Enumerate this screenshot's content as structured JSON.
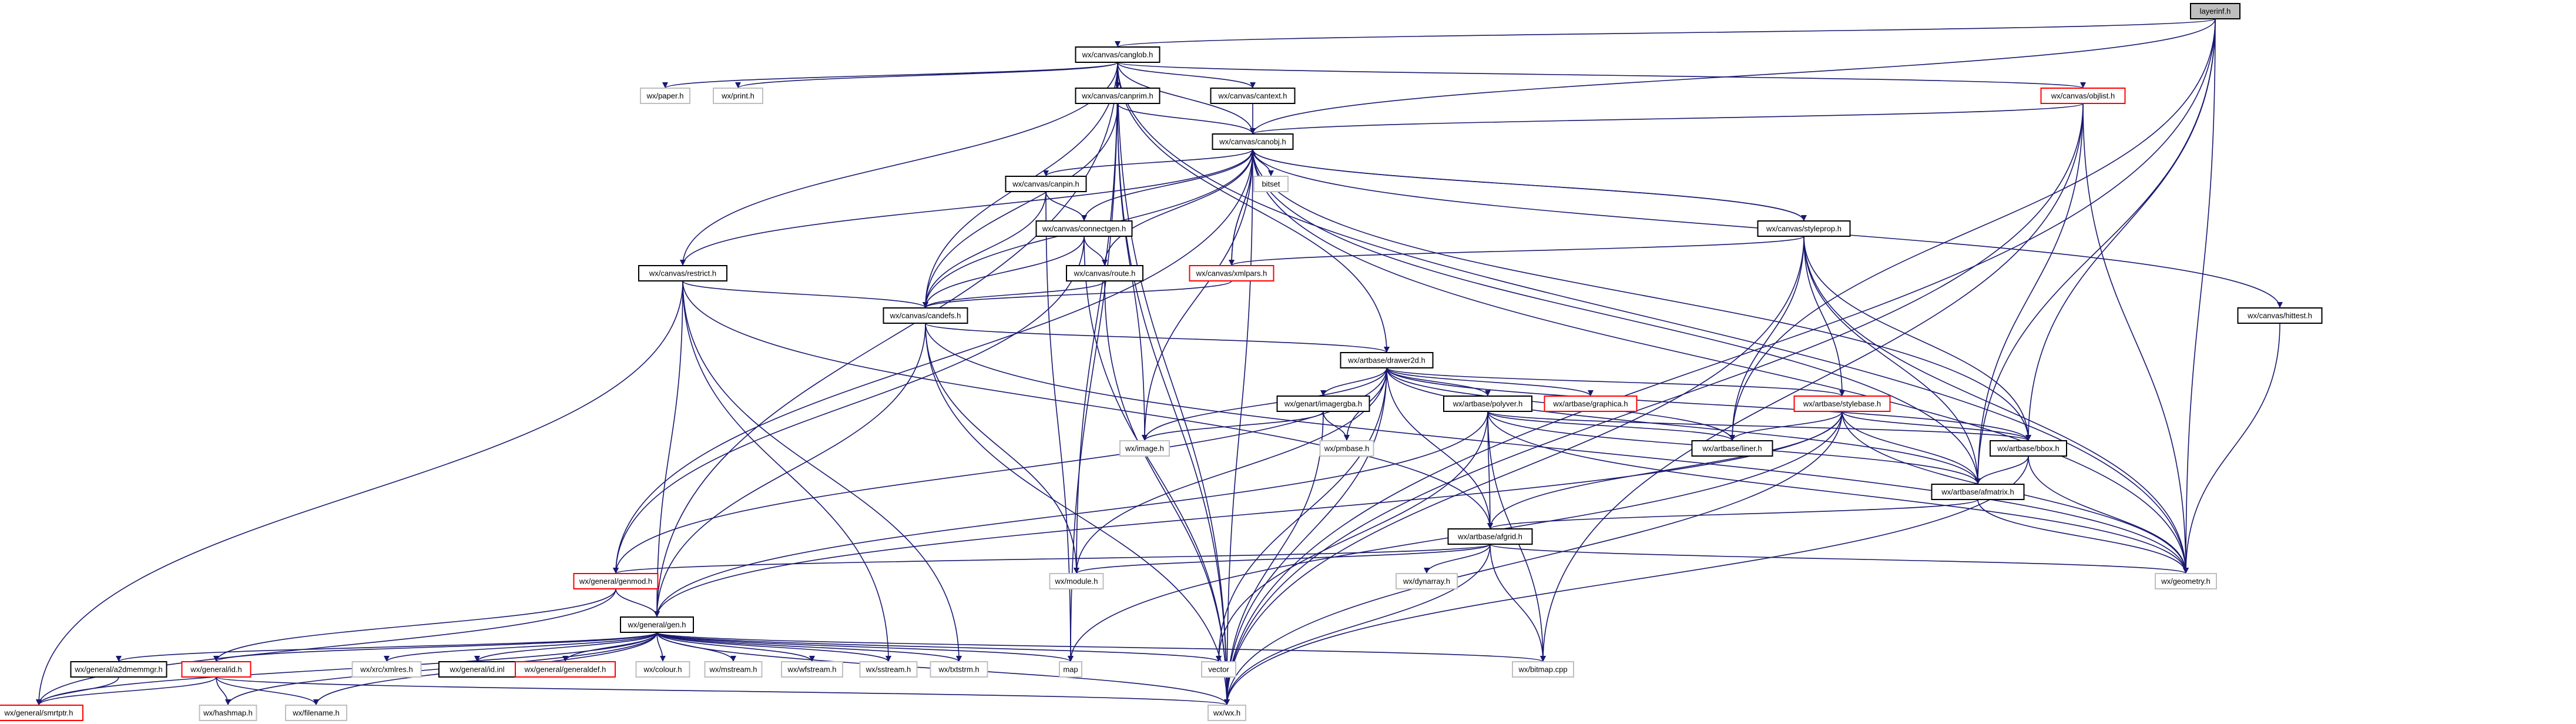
{
  "colors": {
    "edge": "#191970",
    "node_border": "#000000",
    "node_border_warning": "#ff0000",
    "node_border_plain": "#bfbfbf",
    "root_fill": "#bfbfbf",
    "node_fill": "#ffffff"
  },
  "nodes": [
    {
      "id": "layerinf",
      "label": "layerinf.h",
      "style": "root"
    },
    {
      "id": "canglob",
      "label": "wx/canvas/canglob.h",
      "style": "normal"
    },
    {
      "id": "wxpaper",
      "label": "wx/paper.h",
      "style": "plain"
    },
    {
      "id": "wxprint",
      "label": "wx/print.h",
      "style": "plain"
    },
    {
      "id": "canprim",
      "label": "wx/canvas/canprim.h",
      "style": "normal"
    },
    {
      "id": "cantext",
      "label": "wx/canvas/cantext.h",
      "style": "normal"
    },
    {
      "id": "objlist",
      "label": "wx/canvas/objlist.h",
      "style": "warning"
    },
    {
      "id": "canobj",
      "label": "wx/canvas/canobj.h",
      "style": "normal"
    },
    {
      "id": "bitset",
      "label": "bitset",
      "style": "plain"
    },
    {
      "id": "canpin",
      "label": "wx/canvas/canpin.h",
      "style": "normal"
    },
    {
      "id": "stylepropr",
      "label": "wx/canvas/styleprop.h",
      "style": "normal"
    },
    {
      "id": "connectgen",
      "label": "wx/canvas/connectgen.h",
      "style": "normal"
    },
    {
      "id": "route",
      "label": "wx/canvas/route.h",
      "style": "normal"
    },
    {
      "id": "xmlpars",
      "label": "wx/canvas/xmlpars.h",
      "style": "warning"
    },
    {
      "id": "restrict",
      "label": "wx/canvas/restrict.h",
      "style": "normal"
    },
    {
      "id": "candefs",
      "label": "wx/canvas/candefs.h",
      "style": "normal"
    },
    {
      "id": "hittest",
      "label": "wx/canvas/hittest.h",
      "style": "normal"
    },
    {
      "id": "drawer2d",
      "label": "wx/artbase/drawer2d.h",
      "style": "normal"
    },
    {
      "id": "imagergba",
      "label": "wx/genart/imagergba.h",
      "style": "normal"
    },
    {
      "id": "polyver",
      "label": "wx/artbase/polyver.h",
      "style": "normal"
    },
    {
      "id": "graphica",
      "label": "wx/artbase/graphica.h",
      "style": "warning"
    },
    {
      "id": "stylebase",
      "label": "wx/artbase/stylebase.h",
      "style": "warning"
    },
    {
      "id": "wximage",
      "label": "wx/image.h",
      "style": "plain"
    },
    {
      "id": "pmbase",
      "label": "wx/pmbase.h",
      "style": "plain"
    },
    {
      "id": "liner",
      "label": "wx/artbase/liner.h",
      "style": "normal"
    },
    {
      "id": "bbox",
      "label": "wx/artbase/bbox.h",
      "style": "normal"
    },
    {
      "id": "afmatrix",
      "label": "wx/artbase/afmatrix.h",
      "style": "normal"
    },
    {
      "id": "afgrid",
      "label": "wx/artbase/afgrid.h",
      "style": "normal"
    },
    {
      "id": "genmod",
      "label": "wx/general/genmod.h",
      "style": "warning"
    },
    {
      "id": "wxmodule",
      "label": "wx/module.h",
      "style": "plain"
    },
    {
      "id": "dynarray",
      "label": "wx/dynarray.h",
      "style": "plain"
    },
    {
      "id": "geometry",
      "label": "wx/geometry.h",
      "style": "plain"
    },
    {
      "id": "gen",
      "label": "wx/general/gen.h",
      "style": "normal"
    },
    {
      "id": "a2dmemmgr",
      "label": "wx/general/a2dmemmgr.h",
      "style": "normal"
    },
    {
      "id": "id",
      "label": "wx/general/id.h",
      "style": "warning"
    },
    {
      "id": "xrcxmlres",
      "label": "wx/xrc/xmlres.h",
      "style": "plain"
    },
    {
      "id": "idinl",
      "label": "wx/general/id.inl",
      "style": "normal"
    },
    {
      "id": "generaldef",
      "label": "wx/general/generaldef.h",
      "style": "warning"
    },
    {
      "id": "colour",
      "label": "wx/colour.h",
      "style": "plain"
    },
    {
      "id": "mstream",
      "label": "wx/mstream.h",
      "style": "plain"
    },
    {
      "id": "wfstream",
      "label": "wx/wfstream.h",
      "style": "plain"
    },
    {
      "id": "sstream",
      "label": "wx/sstream.h",
      "style": "plain"
    },
    {
      "id": "txtstrm",
      "label": "wx/txtstrm.h",
      "style": "plain"
    },
    {
      "id": "map",
      "label": "map",
      "style": "plain"
    },
    {
      "id": "vector",
      "label": "vector",
      "style": "plain"
    },
    {
      "id": "bitmap",
      "label": "wx/bitmap.cpp",
      "style": "plain"
    },
    {
      "id": "smrtptr",
      "label": "wx/general/smrtptr.h",
      "style": "warning"
    },
    {
      "id": "hashmap",
      "label": "wx/hashmap.h",
      "style": "plain"
    },
    {
      "id": "filename",
      "label": "wx/filename.h",
      "style": "plain"
    },
    {
      "id": "wxh",
      "label": "wx/wx.h",
      "style": "plain"
    }
  ]
}
